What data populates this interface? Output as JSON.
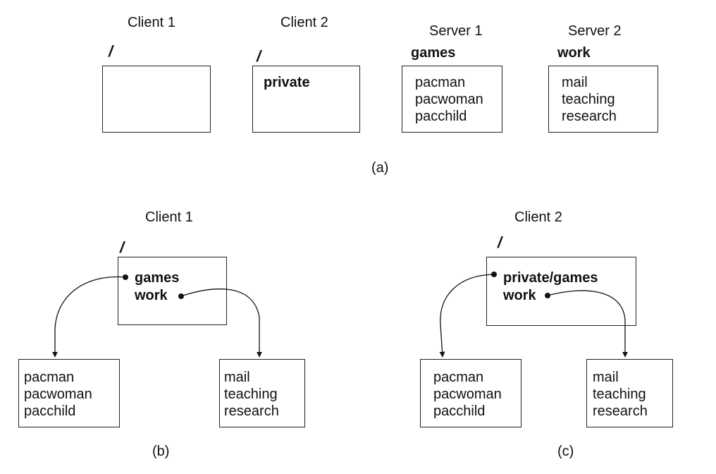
{
  "panel_a": {
    "client1": {
      "label": "Client 1",
      "root": "/"
    },
    "client2": {
      "label": "Client 2",
      "root": "/",
      "contents": [
        "private"
      ]
    },
    "server1": {
      "label": "Server 1",
      "dir": "games",
      "contents": [
        "pacman",
        "pacwoman",
        "pacchild"
      ]
    },
    "server2": {
      "label": "Server 2",
      "dir": "work",
      "contents": [
        "mail",
        "teaching",
        "research"
      ]
    },
    "caption": "(a)"
  },
  "panel_b": {
    "label": "Client 1",
    "root": "/",
    "mounts": [
      "games",
      "work"
    ],
    "games_contents": [
      "pacman",
      "pacwoman",
      "pacchild"
    ],
    "work_contents": [
      "mail",
      "teaching",
      "research"
    ],
    "caption": "(b)"
  },
  "panel_c": {
    "label": "Client 2",
    "root": "/",
    "mounts": [
      "private/games",
      "work"
    ],
    "games_contents": [
      "pacman",
      "pacwoman",
      "pacchild"
    ],
    "work_contents": [
      "mail",
      "teaching",
      "research"
    ],
    "caption": "(c)"
  }
}
